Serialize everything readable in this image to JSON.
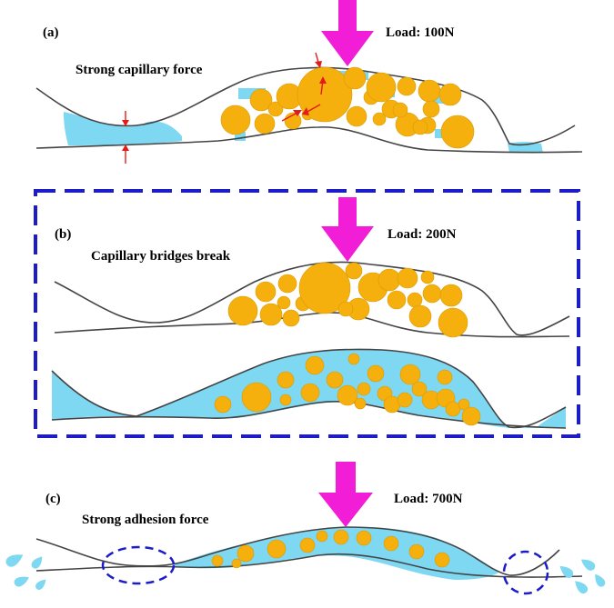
{
  "panels": [
    {
      "id": "a",
      "label": "(a)",
      "load": "Load: 100N",
      "caption": "Strong capillary force"
    },
    {
      "id": "b",
      "label": "(b)",
      "load": "Load: 200N",
      "caption": "Capillary bridges break"
    },
    {
      "id": "c",
      "label": "(c)",
      "load": "Load: 700N",
      "caption": "Strong adhesion force"
    }
  ],
  "colors": {
    "particle": "#F5B00E",
    "particle_stroke": "#D99A00",
    "liquid": "#7FD8F2",
    "load_arrow": "#F21DD6",
    "highlight_box": "#1C1CC8",
    "force_arrow": "#E41B1B",
    "surface_line": "#444444",
    "droplet": "#7FD8F2"
  },
  "icons": [
    "load-arrow-icon",
    "capillary-force-arrow-icon",
    "water-droplet-icon"
  ]
}
